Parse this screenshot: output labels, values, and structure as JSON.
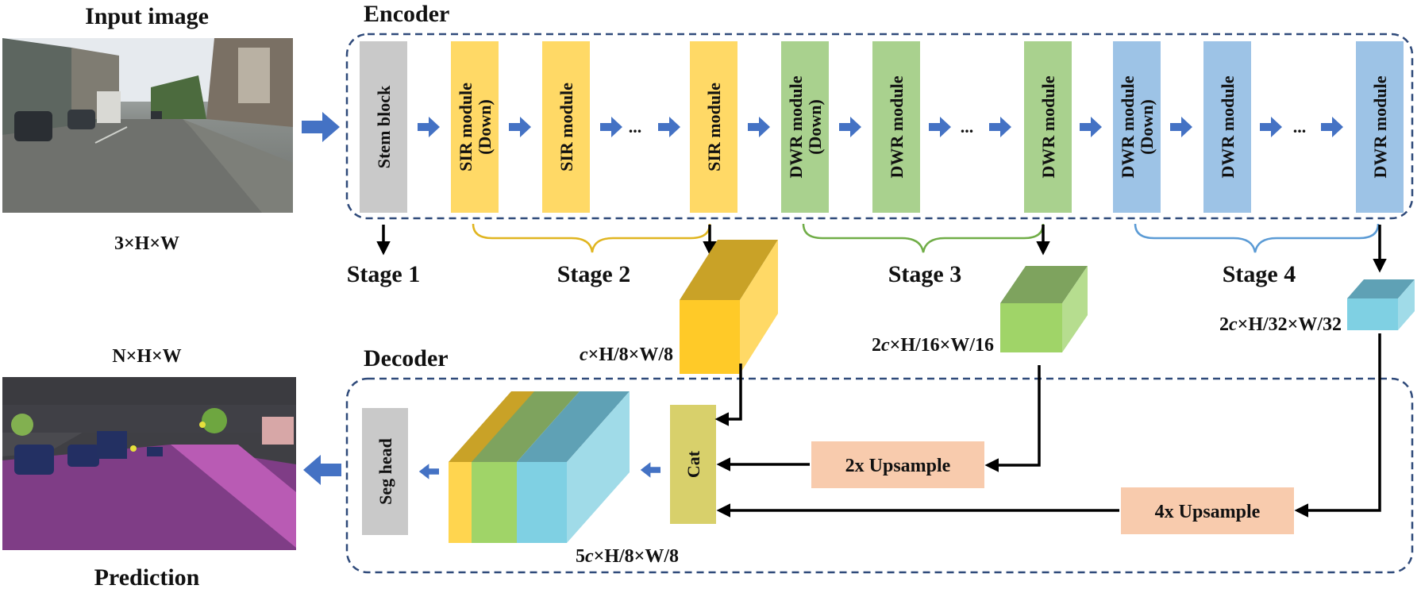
{
  "titles": {
    "input_image": "Input image",
    "encoder": "Encoder",
    "decoder": "Decoder",
    "prediction": "Prediction"
  },
  "dims": {
    "input": "3×H×W",
    "output": "N×H×W",
    "stage2_c": "c",
    "stage2_rest": "×H/8×W/8",
    "stage3_pre": "2",
    "stage3_c": "c",
    "stage3_rest": "×H/16×W/16",
    "stage4_pre": "2",
    "stage4_c": "c",
    "stage4_rest": "×H/32×W/32",
    "concat_pre": "5",
    "concat_c": "c",
    "concat_rest": "×H/8×W/8"
  },
  "stages": {
    "s1": "Stage 1",
    "s2": "Stage 2",
    "s3": "Stage 3",
    "s4": "Stage 4"
  },
  "encoder_blocks": {
    "stem": "Stem block",
    "sir_down_1": "SIR module",
    "sir_down_2": "(Down)",
    "sir_2": "SIR module",
    "sir_3": "SIR module",
    "dwr3_down_1": "DWR module",
    "dwr3_down_2": "(Down)",
    "dwr3_2": "DWR module",
    "dwr3_3": "DWR module",
    "dwr4_down_1": "DWR module",
    "dwr4_down_2": "(Down)",
    "dwr4_2": "DWR module",
    "dwr4_3": "DWR module"
  },
  "ellipsis": "...",
  "decoder_blocks": {
    "seg_head": "Seg head",
    "cat": "Cat",
    "up2": "2x Upsample",
    "up4": "4x Upsample"
  },
  "colors": {
    "stem": "#c9c9c9",
    "sir": "#ffd966",
    "dwr_green": "#a9d18e",
    "dwr_blue": "#9dc3e6",
    "cat": "#d8d06b",
    "upsample": "#f8cbad",
    "arrow_blue": "#4472c4",
    "border_dash": "#2f4a7a"
  }
}
